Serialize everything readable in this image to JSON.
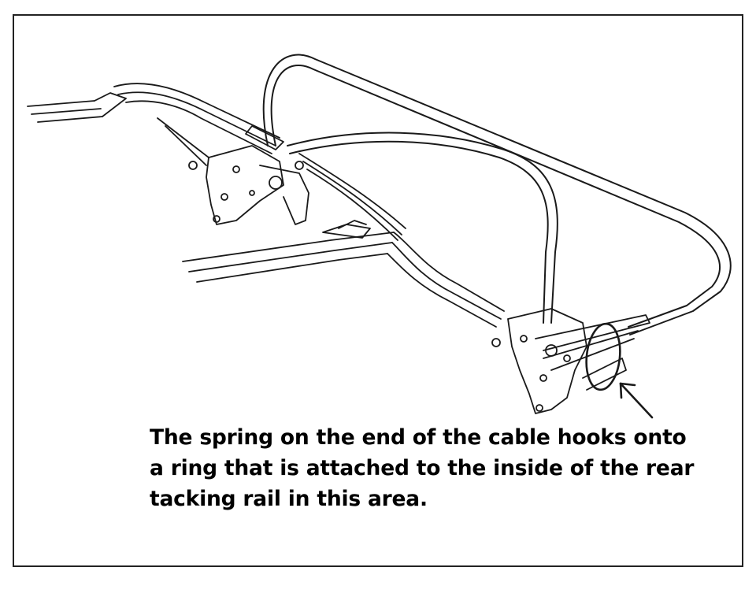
{
  "caption": {
    "line1": "The spring on the end of the cable hooks onto",
    "line2": "a ring that is attached to the inside of the rear",
    "line3": "tacking rail in this area."
  },
  "colors": {
    "ink": "#1a1a1a",
    "paper": "#ffffff"
  }
}
